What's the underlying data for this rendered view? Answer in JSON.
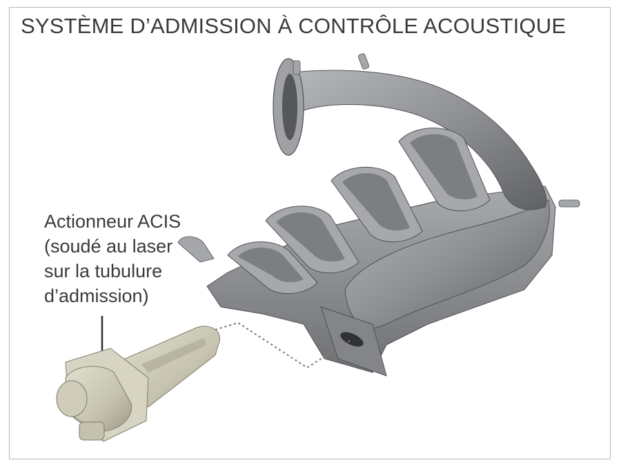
{
  "title": "SYSTÈME D’ADMISSION À CONTRÔLE ACOUSTIQUE",
  "callout": {
    "lines": [
      "Actionneur ACIS",
      "(soudé au laser",
      "sur la tubulure",
      "d’admission)"
    ]
  },
  "colors": {
    "frame": "#b9b5ad",
    "manifold": "#8e9093",
    "actuator": "#c9c6b4",
    "leader_dotted": "#8c7d72",
    "text": "#3a3a3a"
  }
}
